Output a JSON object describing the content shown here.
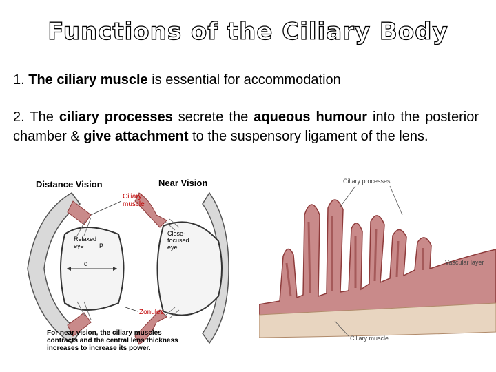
{
  "slide": {
    "title": "Functions of the Ciliary Body",
    "point1": {
      "num": "1.",
      "bold": "The ciliary muscle",
      "rest": " is essential for accommodation"
    },
    "point2": {
      "num": "2.",
      "seg1": " The ",
      "bold1": "ciliary processes",
      "seg2": " secrete the ",
      "bold2": "aqueous humour",
      "seg3": " into the posterior chamber & ",
      "bold3": "give attachment",
      "seg4": " to the suspensory ligament of the lens."
    }
  },
  "figure_left": {
    "distance_label": "Distance Vision",
    "near_label": "Near Vision",
    "ciliary_muscle_l1": "Ciliary",
    "ciliary_muscle_l2": "muscle",
    "relaxed_l1": "Relaxed",
    "relaxed_l2": "eye",
    "p_label": "P",
    "d_label": "d",
    "close_l1": "Close-",
    "close_l2": "focused",
    "close_l3": "eye",
    "zonules": "Zonules",
    "caption_l1": "For near vision, the ciliary muscles",
    "caption_l2": "contracts and the central lens thickness",
    "caption_l3": "increases to increase its power."
  },
  "figure_right": {
    "processes": "Ciliary processes",
    "vascular": "Vascular layer",
    "muscle": "Ciliary muscle"
  },
  "colors": {
    "tissue": "#c98a8a",
    "tissue_dark": "#8e3b3b",
    "sclera": "#d9d9d9"
  }
}
